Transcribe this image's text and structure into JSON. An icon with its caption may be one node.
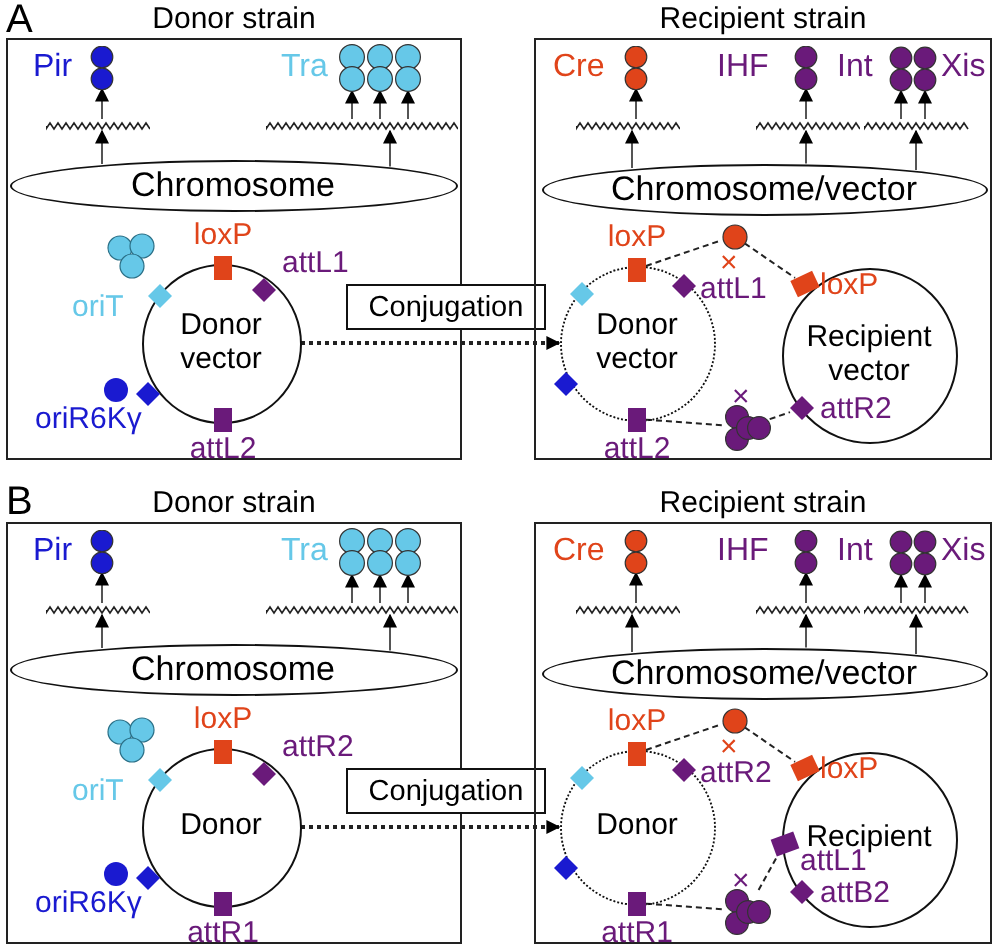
{
  "diagram": {
    "nodes": [
      {
        "text": [
          "Donor strain"
        ]
      },
      {
        "text": [],
        "shape": "circle",
        "in": 0,
        "beside": [
          "Pir"
        ]
      },
      {
        "text": [],
        "shape": "circle",
        "in": 0,
        "beside": [
          "Tra"
        ]
      },
      {
        "text": [],
        "shape": "line",
        "in": 0
      },
      {
        "text": [],
        "shape": "line",
        "in": 0
      },
      {
        "text": [
          "Chromosome"
        ],
        "in": 0
      },
      {
        "text": [
          "Donor vector"
        ],
        "in": 0
      },
      {
        "text": [
          "loxP"
        ],
        "in": 0
      },
      {
        "text": [
          "attL1"
        ],
        "in": 6
      },
      {
        "text": [
          "oriT"
        ],
        "in": 6
      },
      {
        "text": [
          "oriR6Kγ"
        ],
        "in": 0
      },
      {
        "text": [
          "attL2"
        ],
        "in": 0
      },
      {
        "text": [
          "Conjugation"
        ]
      },
      {
        "text": [
          "Recipient strain"
        ]
      },
      {
        "text": [],
        "shape": "circle",
        "in": 13,
        "beside": [
          "Cre"
        ]
      },
      {
        "text": [],
        "shape": "circle",
        "in": 13,
        "beside": [
          "IHF"
        ]
      },
      {
        "text": [],
        "shape": "circle",
        "in": 13,
        "beside": [
          "Int",
          "Xis"
        ]
      },
      {
        "text": [],
        "shape": "line",
        "in": 13
      },
      {
        "text": [],
        "shape": "line",
        "in": 13
      },
      {
        "text": [],
        "shape": "line",
        "in": 13
      },
      {
        "text": [
          "Chromosome/vector"
        ],
        "in": 13
      },
      {
        "text": [
          "Donor vector"
        ],
        "in": 13
      },
      {
        "text": [
          "Recipient vector"
        ],
        "in": 13
      },
      {
        "text": [
          "loxP"
        ],
        "in": 13
      },
      {
        "text": [
          "attL1"
        ],
        "in": 21
      },
      {
        "text": [
          "attL2"
        ],
        "in": 13
      },
      {
        "text": [
          "loxP"
        ],
        "in": 22
      },
      {
        "text": [
          "attR2"
        ],
        "in": 22
      },
      {
        "text": [],
        "shape": "circle",
        "in": 13
      },
      {
        "text": [],
        "shape": "circle",
        "in": 13
      },
      {
        "text": [
          "Donor strain"
        ]
      },
      {
        "text": [],
        "shape": "circle",
        "in": 30,
        "beside": [
          "Pir"
        ]
      },
      {
        "text": [],
        "shape": "circle",
        "in": 30,
        "beside": [
          "Tra"
        ]
      },
      {
        "text": [],
        "shape": "line",
        "in": 30
      },
      {
        "text": [],
        "shape": "line",
        "in": 30
      },
      {
        "text": [
          "Chromosome"
        ],
        "in": 30
      },
      {
        "text": [
          "Donor"
        ],
        "in": 30
      },
      {
        "text": [
          "loxP"
        ],
        "in": 30
      },
      {
        "text": [
          "attR2"
        ],
        "in": 36
      },
      {
        "text": [
          "oriT"
        ],
        "in": 36
      },
      {
        "text": [
          "oriR6Kγ"
        ],
        "in": 30
      },
      {
        "text": [
          "attR1"
        ],
        "in": 30
      },
      {
        "text": [
          "Conjugation"
        ]
      },
      {
        "text": [
          "Recipient strain"
        ]
      },
      {
        "text": [],
        "shape": "circle",
        "in": 43,
        "beside": [
          "Cre"
        ]
      },
      {
        "text": [],
        "shape": "circle",
        "in": 43,
        "beside": [
          "IHF"
        ]
      },
      {
        "text": [],
        "shape": "circle",
        "in": 43,
        "beside": [
          "Int",
          "Xis"
        ]
      },
      {
        "text": [],
        "shape": "line",
        "in": 43
      },
      {
        "text": [],
        "shape": "line",
        "in": 43
      },
      {
        "text": [],
        "shape": "line",
        "in": 43
      },
      {
        "text": [
          "Chromosome/vector"
        ],
        "in": 43
      },
      {
        "text": [
          "Donor"
        ],
        "in": 43
      },
      {
        "text": [
          "Recipient"
        ],
        "in": 43
      },
      {
        "text": [
          "loxP"
        ],
        "in": 43
      },
      {
        "text": [
          "attR2"
        ],
        "in": 51
      },
      {
        "text": [
          "attR1"
        ],
        "in": 43
      },
      {
        "text": [
          "loxP"
        ],
        "in": 52
      },
      {
        "text": [
          "attL1"
        ],
        "in": 52
      },
      {
        "text": [
          "attB2"
        ],
        "in": 52
      },
      {
        "text": [],
        "shape": "circle",
        "in": 43
      },
      {
        "text": [],
        "shape": "circle",
        "in": 43
      },
      {
        "text": [],
        "shape": "diamond",
        "in": 21
      },
      {
        "text": [],
        "shape": "diamond",
        "in": 21
      },
      {
        "text": [],
        "shape": "diamond",
        "in": 51
      },
      {
        "text": [],
        "shape": "diamond",
        "in": 51
      }
    ],
    "edges": [
      {
        "from": 5,
        "to": 3,
        "arrow": "to"
      },
      {
        "from": 3,
        "to": 1,
        "arrow": "to"
      },
      {
        "from": 5,
        "to": 4,
        "arrow": "to"
      },
      {
        "from": 4,
        "to": 2,
        "arrow": "to"
      },
      {
        "from": 4,
        "to": 2,
        "arrow": "to"
      },
      {
        "from": 4,
        "to": 2,
        "arrow": "to"
      },
      {
        "from": 6,
        "to": 21,
        "arrow": "to",
        "style": "dashed"
      },
      {
        "from": 20,
        "to": 17,
        "arrow": "to"
      },
      {
        "from": 17,
        "to": 14,
        "arrow": "to"
      },
      {
        "from": 20,
        "to": 18,
        "arrow": "to"
      },
      {
        "from": 18,
        "to": 15,
        "arrow": "to"
      },
      {
        "from": 20,
        "to": 19,
        "arrow": "to"
      },
      {
        "from": 19,
        "to": 16,
        "arrow": "to"
      },
      {
        "from": 19,
        "to": 16,
        "arrow": "to"
      },
      {
        "from": 23,
        "to": 28,
        "arrow": "none",
        "style": "dashed"
      },
      {
        "from": 28,
        "to": 26,
        "arrow": "none",
        "style": "dashed"
      },
      {
        "from": 25,
        "to": 29,
        "arrow": "none",
        "style": "dashed"
      },
      {
        "from": 29,
        "to": 27,
        "arrow": "none",
        "style": "dashed"
      },
      {
        "from": 35,
        "to": 33,
        "arrow": "to"
      },
      {
        "from": 33,
        "to": 31,
        "arrow": "to"
      },
      {
        "from": 35,
        "to": 34,
        "arrow": "to"
      },
      {
        "from": 34,
        "to": 32,
        "arrow": "to"
      },
      {
        "from": 34,
        "to": 32,
        "arrow": "to"
      },
      {
        "from": 34,
        "to": 32,
        "arrow": "to"
      },
      {
        "from": 36,
        "to": 51,
        "arrow": "to",
        "style": "dashed"
      },
      {
        "from": 50,
        "to": 47,
        "arrow": "to"
      },
      {
        "from": 47,
        "to": 44,
        "arrow": "to"
      },
      {
        "from": 50,
        "to": 48,
        "arrow": "to"
      },
      {
        "from": 48,
        "to": 45,
        "arrow": "to"
      },
      {
        "from": 50,
        "to": 49,
        "arrow": "to"
      },
      {
        "from": 49,
        "to": 46,
        "arrow": "to"
      },
      {
        "from": 49,
        "to": 46,
        "arrow": "to"
      },
      {
        "from": 53,
        "to": 59,
        "arrow": "none",
        "style": "dashed"
      },
      {
        "from": 59,
        "to": 56,
        "arrow": "none",
        "style": "dashed"
      },
      {
        "from": 55,
        "to": 60,
        "arrow": "none",
        "style": "dashed"
      },
      {
        "from": 60,
        "to": 57,
        "arrow": "none",
        "style": "dashed"
      }
    ],
    "labels": [
      "A",
      "×",
      "×",
      "B",
      "×",
      "×"
    ]
  }
}
